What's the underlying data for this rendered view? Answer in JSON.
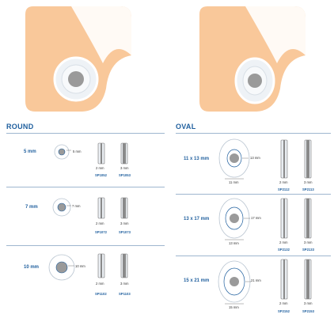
{
  "colors": {
    "accent": "#1f5f9e",
    "skin": "#f9c89a",
    "ring": "#e3e8ee",
    "stoma": "#9a9a9a"
  },
  "sections": {
    "round": {
      "title": "ROUND",
      "rows": [
        {
          "size": "5 mm",
          "dim": "5 mm",
          "opt1": "2 mm",
          "opt2": "3 mm",
          "code1": "SP1052",
          "code2": "SP1053"
        },
        {
          "size": "7 mm",
          "dim": "7 mm",
          "opt1": "2 mm",
          "opt2": "3 mm",
          "code1": "SP1072",
          "code2": "SP1073"
        },
        {
          "size": "10 mm",
          "dim": "10 mm",
          "opt1": "2 mm",
          "opt2": "3 mm",
          "code1": "SP1102",
          "code2": "SP1103"
        }
      ]
    },
    "oval": {
      "title": "OVAL",
      "rows": [
        {
          "size": "11 x 13 mm",
          "dim_h": "13 mm",
          "dim_w": "11 mm",
          "opt1": "2 mm",
          "opt2": "3 mm",
          "code1": "SP2112",
          "code2": "SP2113"
        },
        {
          "size": "13 x 17 mm",
          "dim_h": "17 mm",
          "dim_w": "13 mm",
          "opt1": "2 mm",
          "opt2": "3 mm",
          "code1": "SP2132",
          "code2": "SP2133"
        },
        {
          "size": "15 x 21 mm",
          "dim_h": "21 mm",
          "dim_w": "15 mm",
          "opt1": "2 mm",
          "opt2": "3 mm",
          "code1": "SP2152",
          "code2": "SP2153"
        }
      ]
    }
  }
}
